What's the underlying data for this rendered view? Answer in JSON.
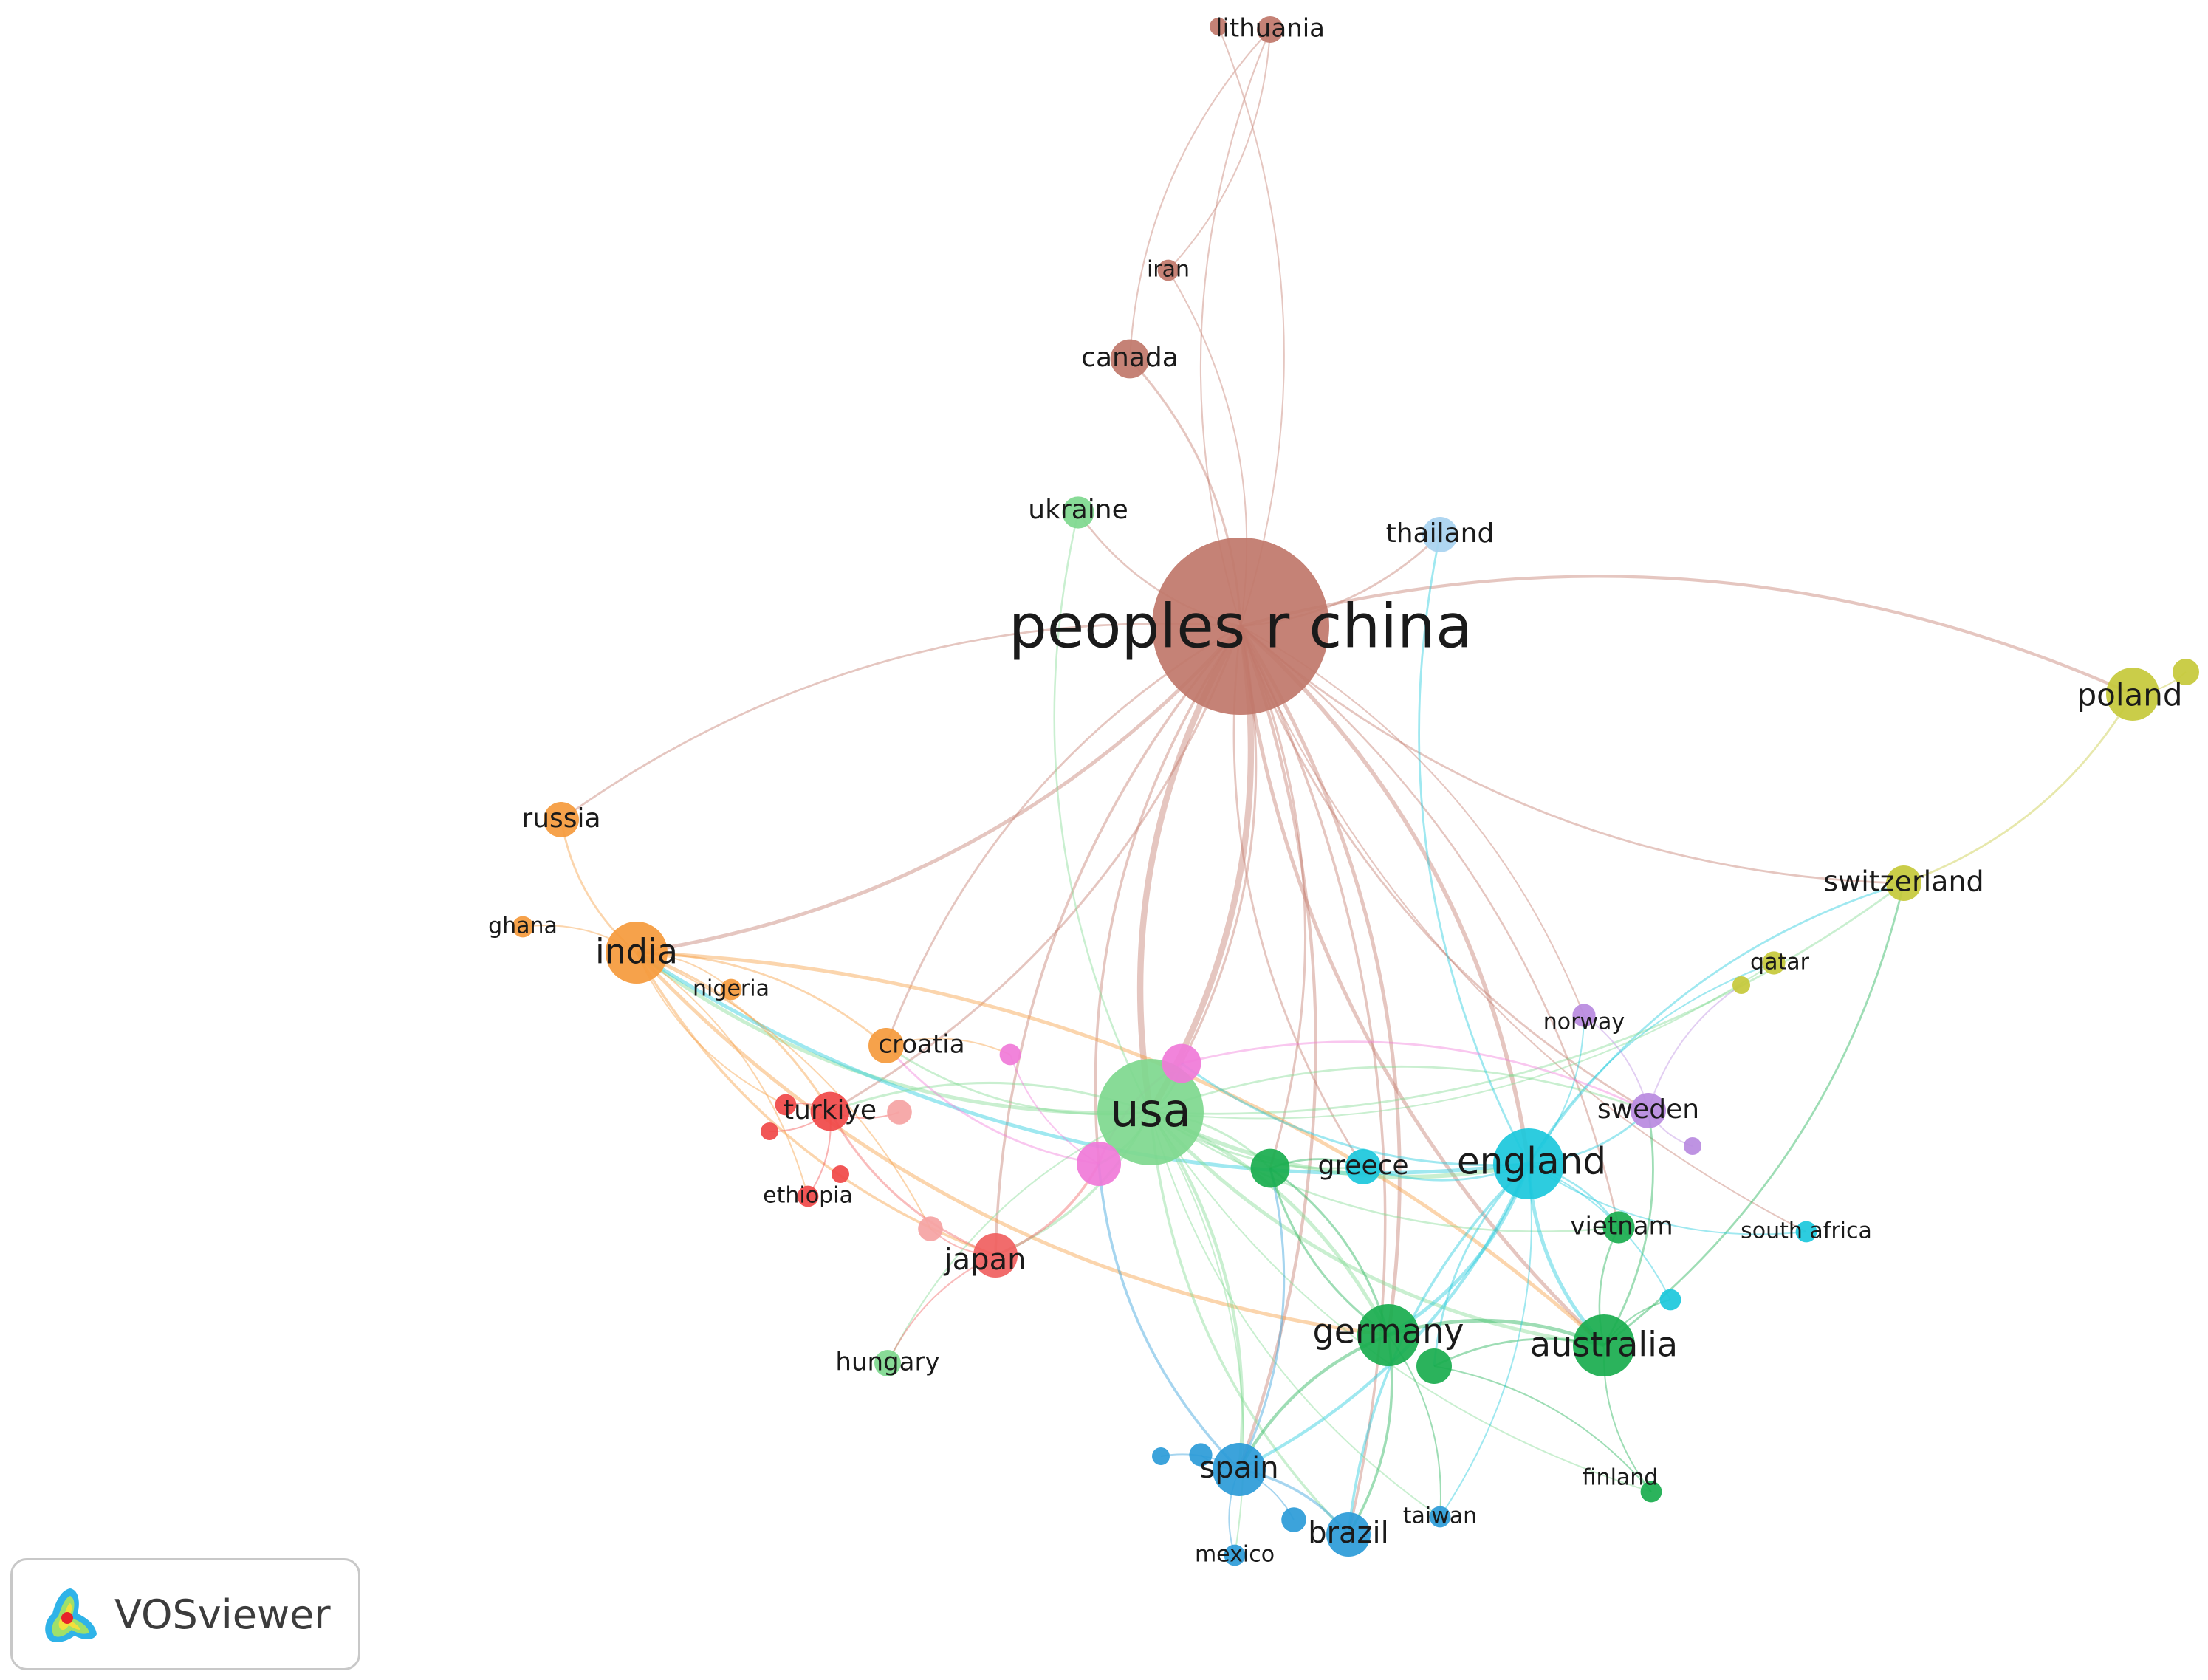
{
  "app": {
    "name": "VOSviewer"
  },
  "network": {
    "nodes": [
      {
        "id": "china",
        "label": "peoples r china",
        "color": "#c0776a",
        "weight": 10
      },
      {
        "id": "usa",
        "label": "usa",
        "color": "#7ed88e",
        "weight": 6
      },
      {
        "id": "england",
        "label": "england",
        "color": "#1bc8dc",
        "weight": 4
      },
      {
        "id": "australia",
        "label": "australia",
        "color": "#19ad4e",
        "weight": 3.5
      },
      {
        "id": "germany",
        "label": "germany",
        "color": "#19ad4e",
        "weight": 3.5
      },
      {
        "id": "india",
        "label": "india",
        "color": "#f59a3c",
        "weight": 3.5
      },
      {
        "id": "poland",
        "label": "poland",
        "color": "#c6c93a",
        "weight": 3
      },
      {
        "id": "spain",
        "label": "spain",
        "color": "#2b9bd8",
        "weight": 3
      },
      {
        "id": "brazil",
        "label": "brazil",
        "color": "#2b9bd8",
        "weight": 2.5
      },
      {
        "id": "japan",
        "label": "japan",
        "color": "#f06060",
        "weight": 2.5
      },
      {
        "id": "turkiye",
        "label": "turkiye",
        "color": "#f04848",
        "weight": 2.2
      },
      {
        "id": "canada",
        "label": "canada",
        "color": "#c0776a",
        "weight": 2.2
      },
      {
        "id": "greece",
        "label": "greece",
        "color": "#1bc8dc",
        "weight": 2
      },
      {
        "id": "sweden",
        "label": "sweden",
        "color": "#b98ae0",
        "weight": 2
      },
      {
        "id": "switzerland",
        "label": "switzerland",
        "color": "#c6c93a",
        "weight": 2
      },
      {
        "id": "croatia",
        "label": "croatia",
        "color": "#f59a3c",
        "weight": 2
      },
      {
        "id": "russia",
        "label": "russia",
        "color": "#f59a3c",
        "weight": 2
      },
      {
        "id": "thailand",
        "label": "thailand",
        "color": "#a8d2f0",
        "weight": 2
      },
      {
        "id": "ukraine",
        "label": "ukraine",
        "color": "#7ed88e",
        "weight": 1.8
      },
      {
        "id": "vietnam",
        "label": "vietnam",
        "color": "#19ad4e",
        "weight": 1.8
      },
      {
        "id": "hungary",
        "label": "hungary",
        "color": "#7ed88e",
        "weight": 1.5
      },
      {
        "id": "lithuania",
        "label": "lithuania",
        "color": "#c0776a",
        "weight": 1.5
      },
      {
        "id": "iran",
        "label": "iran",
        "color": "#c0776a",
        "weight": 1.2
      },
      {
        "id": "qatar",
        "label": "qatar",
        "color": "#c6c93a",
        "weight": 1.3
      },
      {
        "id": "norway",
        "label": "norway",
        "color": "#b98ae0",
        "weight": 1.3
      },
      {
        "id": "ghana",
        "label": "ghana",
        "color": "#f59a3c",
        "weight": 1.2
      },
      {
        "id": "nigeria",
        "label": "nigeria",
        "color": "#f59a3c",
        "weight": 1.2
      },
      {
        "id": "ethiopia",
        "label": "ethiopia",
        "color": "#f04848",
        "weight": 1.2
      },
      {
        "id": "south_africa",
        "label": "south africa",
        "color": "#1bc8dc",
        "weight": 1.2
      },
      {
        "id": "finland",
        "label": "finland",
        "color": "#19ad4e",
        "weight": 1.2
      },
      {
        "id": "taiwan",
        "label": "taiwan",
        "color": "#2b9bd8",
        "weight": 1.2
      },
      {
        "id": "mexico",
        "label": "mexico",
        "color": "#2b9bd8",
        "weight": 1.2
      },
      {
        "id": "pink_hub",
        "label": "",
        "color": "#f07ad8",
        "weight": 2.2
      },
      {
        "id": "pink_a",
        "label": "",
        "color": "#f07ad8",
        "weight": 2.5
      },
      {
        "id": "pink_s",
        "label": "",
        "color": "#f07ad8",
        "weight": 1.2
      },
      {
        "id": "green_b",
        "label": "",
        "color": "#19ad4e",
        "weight": 2.2
      },
      {
        "id": "green_c",
        "label": "",
        "color": "#19ad4e",
        "weight": 2
      },
      {
        "id": "cyan_b",
        "label": "",
        "color": "#1bc8dc",
        "weight": 1.2
      },
      {
        "id": "salmon_a",
        "label": "",
        "color": "#f5a3a3",
        "weight": 1.4
      },
      {
        "id": "salmon_b",
        "label": "",
        "color": "#f5a3a3",
        "weight": 1.4
      },
      {
        "id": "red_a",
        "label": "",
        "color": "#f04848",
        "weight": 1.2
      },
      {
        "id": "red_b",
        "label": "",
        "color": "#f04848",
        "weight": 1
      },
      {
        "id": "red_c",
        "label": "",
        "color": "#f04848",
        "weight": 1
      },
      {
        "id": "blue_a",
        "label": "",
        "color": "#2b9bd8",
        "weight": 1.3
      },
      {
        "id": "blue_b",
        "label": "",
        "color": "#2b9bd8",
        "weight": 1
      },
      {
        "id": "blue_c",
        "label": "",
        "color": "#2b9bd8",
        "weight": 1.4
      },
      {
        "id": "olive_a",
        "label": "",
        "color": "#c6c93a",
        "weight": 1
      },
      {
        "id": "olive_b",
        "label": "",
        "color": "#c6c93a",
        "weight": 1.5
      },
      {
        "id": "purple_a",
        "label": "",
        "color": "#b98ae0",
        "weight": 1
      },
      {
        "id": "lith_b",
        "label": "",
        "color": "#c0776a",
        "weight": 1
      }
    ],
    "links": [
      [
        "china",
        "usa"
      ],
      [
        "china",
        "usa"
      ],
      [
        "china",
        "england"
      ],
      [
        "china",
        "australia"
      ],
      [
        "china",
        "germany"
      ],
      [
        "china",
        "canada"
      ],
      [
        "china",
        "lithuania"
      ],
      [
        "china",
        "iran"
      ],
      [
        "china",
        "poland"
      ],
      [
        "china",
        "thailand"
      ],
      [
        "china",
        "india"
      ],
      [
        "china",
        "russia"
      ],
      [
        "china",
        "pink_hub"
      ],
      [
        "china",
        "pink_a"
      ],
      [
        "china",
        "spain"
      ],
      [
        "china",
        "japan"
      ],
      [
        "china",
        "turkiye"
      ],
      [
        "china",
        "sweden"
      ],
      [
        "china",
        "norway"
      ],
      [
        "china",
        "switzerland"
      ],
      [
        "china",
        "vietnam"
      ],
      [
        "china",
        "greece"
      ],
      [
        "china",
        "brazil"
      ],
      [
        "china",
        "croatia"
      ],
      [
        "china",
        "ukraine"
      ],
      [
        "china",
        "lith_b"
      ],
      [
        "china",
        "green_b"
      ],
      [
        "china",
        "south_africa"
      ],
      [
        "poland",
        "switzerland"
      ],
      [
        "poland",
        "olive_b"
      ],
      [
        "switzerland",
        "australia"
      ],
      [
        "switzerland",
        "england"
      ],
      [
        "switzerland",
        "usa"
      ],
      [
        "qatar",
        "england"
      ],
      [
        "qatar",
        "usa"
      ],
      [
        "olive_a",
        "sweden"
      ],
      [
        "india",
        "russia"
      ],
      [
        "india",
        "ghana"
      ],
      [
        "india",
        "nigeria"
      ],
      [
        "india",
        "usa"
      ],
      [
        "india",
        "turkiye"
      ],
      [
        "india",
        "japan"
      ],
      [
        "india",
        "croatia"
      ],
      [
        "india",
        "england"
      ],
      [
        "india",
        "australia"
      ],
      [
        "india",
        "red_a"
      ],
      [
        "india",
        "ethiopia"
      ],
      [
        "india",
        "germany"
      ],
      [
        "india",
        "salmon_b"
      ],
      [
        "usa",
        "england"
      ],
      [
        "usa",
        "germany"
      ],
      [
        "usa",
        "australia"
      ],
      [
        "usa",
        "spain"
      ],
      [
        "usa",
        "brazil"
      ],
      [
        "usa",
        "japan"
      ],
      [
        "usa",
        "greece"
      ],
      [
        "usa",
        "sweden"
      ],
      [
        "usa",
        "vietnam"
      ],
      [
        "usa",
        "ukraine"
      ],
      [
        "usa",
        "hungary"
      ],
      [
        "usa",
        "pink_a"
      ],
      [
        "usa",
        "pink_hub"
      ],
      [
        "usa",
        "green_b"
      ],
      [
        "usa",
        "turkiye"
      ],
      [
        "usa",
        "croatia"
      ],
      [
        "usa",
        "taiwan"
      ],
      [
        "usa",
        "mexico"
      ],
      [
        "usa",
        "finland"
      ],
      [
        "england",
        "germany"
      ],
      [
        "england",
        "australia"
      ],
      [
        "england",
        "greece"
      ],
      [
        "england",
        "sweden"
      ],
      [
        "england",
        "vietnam"
      ],
      [
        "england",
        "south_africa"
      ],
      [
        "england",
        "spain"
      ],
      [
        "england",
        "brazil"
      ],
      [
        "england",
        "thailand"
      ],
      [
        "england",
        "norway"
      ],
      [
        "england",
        "cyan_b"
      ],
      [
        "england",
        "green_c"
      ],
      [
        "germany",
        "australia"
      ],
      [
        "germany",
        "spain"
      ],
      [
        "germany",
        "brazil"
      ],
      [
        "germany",
        "green_b"
      ],
      [
        "germany",
        "taiwan"
      ],
      [
        "australia",
        "finland"
      ],
      [
        "australia",
        "vietnam"
      ],
      [
        "australia",
        "sweden"
      ],
      [
        "australia",
        "cyan_b"
      ],
      [
        "australia",
        "green_c"
      ],
      [
        "spain",
        "brazil"
      ],
      [
        "spain",
        "mexico"
      ],
      [
        "spain",
        "blue_a"
      ],
      [
        "spain",
        "blue_b"
      ],
      [
        "spain",
        "blue_c"
      ],
      [
        "spain",
        "green_b"
      ],
      [
        "japan",
        "turkiye"
      ],
      [
        "japan",
        "pink_a"
      ],
      [
        "japan",
        "salmon_b"
      ],
      [
        "japan",
        "hungary"
      ],
      [
        "turkiye",
        "ethiopia"
      ],
      [
        "turkiye",
        "red_a"
      ],
      [
        "turkiye",
        "red_b"
      ],
      [
        "turkiye",
        "salmon_a"
      ],
      [
        "pink_a",
        "pink_hub"
      ],
      [
        "pink_a",
        "spain"
      ],
      [
        "pink_a",
        "croatia"
      ],
      [
        "pink_s",
        "pink_a"
      ],
      [
        "pink_hub",
        "sweden"
      ],
      [
        "pink_hub",
        "england"
      ],
      [
        "canada",
        "lithuania"
      ],
      [
        "iran",
        "lithuania"
      ],
      [
        "green_b",
        "greece"
      ],
      [
        "green_b",
        "germany"
      ],
      [
        "green_c",
        "finland"
      ],
      [
        "sweden",
        "purple_a"
      ],
      [
        "norway",
        "sweden"
      ],
      [
        "taiwan",
        "england"
      ],
      [
        "croatia",
        "pink_s"
      ]
    ]
  }
}
